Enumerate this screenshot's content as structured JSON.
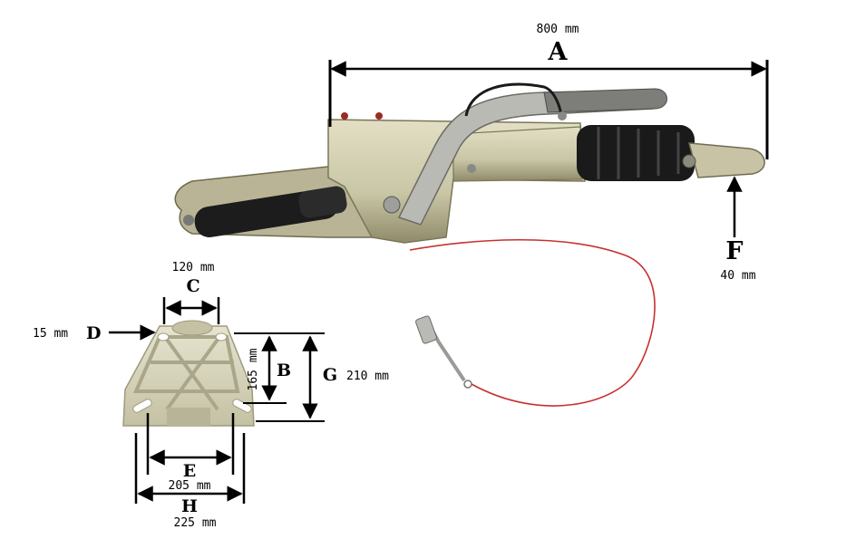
{
  "colors": {
    "dimension": "#000000",
    "body_metal": "#c9c6a6",
    "body_shadow": "#8f8b6a",
    "bellows": "#1a1a1a",
    "handle": "#7d7d7a",
    "cable": "#c8302f",
    "plate": "#d8d6bd"
  },
  "dimensions": {
    "A": {
      "letter": "A",
      "value": "800 mm"
    },
    "B": {
      "letter": "B",
      "value": "165 mm"
    },
    "C": {
      "letter": "C",
      "value": "120 mm"
    },
    "D": {
      "letter": "D",
      "value": "15 mm"
    },
    "E": {
      "letter": "E",
      "value": "205 mm"
    },
    "F": {
      "letter": "F",
      "value": "40 mm"
    },
    "G": {
      "letter": "G",
      "value": "210 mm"
    },
    "H": {
      "letter": "H",
      "value": "225 mm"
    }
  },
  "icons": {
    "coupling_head": "trailer-coupling-head-icon",
    "mounting_plate": "mounting-plate-icon",
    "breakaway_cable": "breakaway-cable-icon"
  }
}
